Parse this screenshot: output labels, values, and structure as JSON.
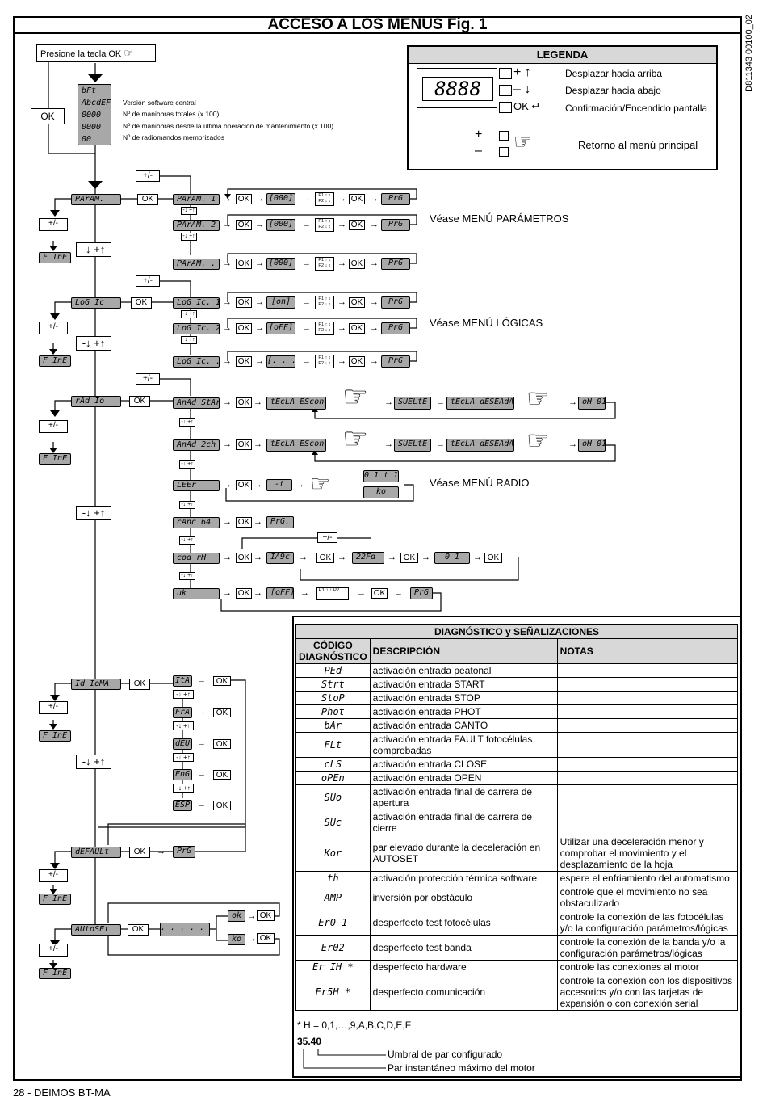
{
  "title": "ACCESO A LOS MENUS Fig. 1",
  "doc_id": "D811343 00100_02",
  "press_ok": "Presione la tecla OK",
  "boot": {
    "lines": [
      "bFt",
      "AbcdEF",
      "0000",
      "0000",
      "00"
    ],
    "notes": [
      "Versión software central",
      "Nº de maniobras totales (x 100)",
      "Nº de maniobras desde la última operación de mantenimiento (x 100)",
      "Nº de radiomandos memorizados"
    ],
    "ok": "OK"
  },
  "legend": {
    "title": "LEGENDA",
    "display": "8888",
    "items": [
      "Desplazar hacia arriba",
      "Desplazar hacia abajo",
      "Confirmación/Encendido pantalla"
    ],
    "ok": "OK",
    "return": "Retorno al menú principal"
  },
  "common": {
    "ok": "OK",
    "plusminus": "+/-",
    "fine": "F InE",
    "updown": "-↓ +↑",
    "prg": "PrG",
    "p1p2": "P1 ↑ ↕ P2 ↓ ↕"
  },
  "param": {
    "menu": "PArAM.",
    "items": [
      "PArAM. 1",
      "PArAM. 2",
      "PArAM. . . ."
    ],
    "value": "[000]",
    "see": "Véase MENÚ PARÁMETROS"
  },
  "logic": {
    "menu": "LoG Ic",
    "items": [
      "LoG Ic. 1",
      "LoG Ic. 2",
      "LoG Ic. . . ."
    ],
    "values": [
      "[on]",
      "[oFF]",
      "[. . .]"
    ],
    "see": "Véase MENÚ LÓGICAS"
  },
  "radio": {
    "menu": "rAd Io",
    "items": [
      "AnAd StArt",
      "AnAd 2ch",
      "LEEr",
      "cAnc 64",
      "cod rH",
      "uk"
    ],
    "tecla_escond": "tEcLA EScond",
    "suelte": "SUELtE",
    "tecla_deseada": "tEcLA dESEAdA",
    "ok01": "oH 01",
    "leer_val": "-t",
    "leer_ok": "0 1 t 1",
    "leer_ko": "ko",
    "canc_prg": "PrG.",
    "cod_vals": [
      "IA9c",
      "22Fd",
      "0 1"
    ],
    "uk_val": "[oFF]",
    "see": "Véase MENÚ RADIO"
  },
  "idioma": {
    "menu": "Id IoMA",
    "langs": [
      "ItA",
      "FrA",
      "dEU",
      "EnG",
      "ESP"
    ]
  },
  "default": {
    "menu": "dEFAULt"
  },
  "autoset": {
    "menu": "AUtoSEt",
    "dots": ". . . . . .",
    "ok": "ok",
    "ko": "ko"
  },
  "diag": {
    "title": "DIAGNÓSTICO y SEÑALIZACIONES",
    "headers": [
      "CÓDIGO DIAGNÓSTICO",
      "DESCRIPCIÓN",
      "NOTAS"
    ],
    "rows": [
      {
        "code": "PEd",
        "desc": "activación entrada peatonal",
        "note": ""
      },
      {
        "code": "Strt",
        "desc": "activación entrada START",
        "note": ""
      },
      {
        "code": "StoP",
        "desc": "activación entrada STOP",
        "note": ""
      },
      {
        "code": "Phot",
        "desc": "activación entrada PHOT",
        "note": ""
      },
      {
        "code": "bAr",
        "desc": "activación entrada CANTO",
        "note": ""
      },
      {
        "code": "FLt",
        "desc": "activación entrada FAULT fotocélulas comprobadas",
        "note": ""
      },
      {
        "code": "cLS",
        "desc": "activación entrada CLOSE",
        "note": ""
      },
      {
        "code": "oPEn",
        "desc": "activación entrada OPEN",
        "note": ""
      },
      {
        "code": "SUo",
        "desc": "activación entrada final de carrera de apertura",
        "note": ""
      },
      {
        "code": "SUc",
        "desc": "activación entrada final de carrera de cierre",
        "note": ""
      },
      {
        "code": "Kor",
        "desc": "par elevado durante la deceleración en AUTOSET",
        "note": "Utilizar una deceleración menor y comprobar el movimiento y el desplazamiento de la hoja"
      },
      {
        "code": "th",
        "desc": "activación protección térmica software",
        "note": "espere el enfriamiento del automatismo"
      },
      {
        "code": "AMP",
        "desc": "inversión por obstáculo",
        "note": "controle que el movimiento no sea obstaculizado"
      },
      {
        "code": "Er0 1",
        "desc": "desperfecto test fotocélulas",
        "note": "controle la conexión de las fotocélulas y/o la configuración parámetros/lógicas"
      },
      {
        "code": "Er02",
        "desc": "desperfecto test banda",
        "note": "controle la conexión de la banda y/o la configuración parámetros/lógicas"
      },
      {
        "code": "Er IH *",
        "desc": "desperfecto hardware",
        "note": "controle las conexiones al motor"
      },
      {
        "code": "Er5H *",
        "desc": "desperfecto comunicación",
        "note": "controle la conexión con los dispositivos accesorios y/o con las tarjetas de expansión o con conexión serial"
      }
    ],
    "footnote": "* H = 0,1,…,9,A,B,C,D,E,F",
    "torque_value": "35.40",
    "torque_notes": [
      "Umbral de par configurado",
      "Par instantáneo máximo del motor"
    ]
  },
  "footer": "28  -  DEIMOS BT-MA"
}
